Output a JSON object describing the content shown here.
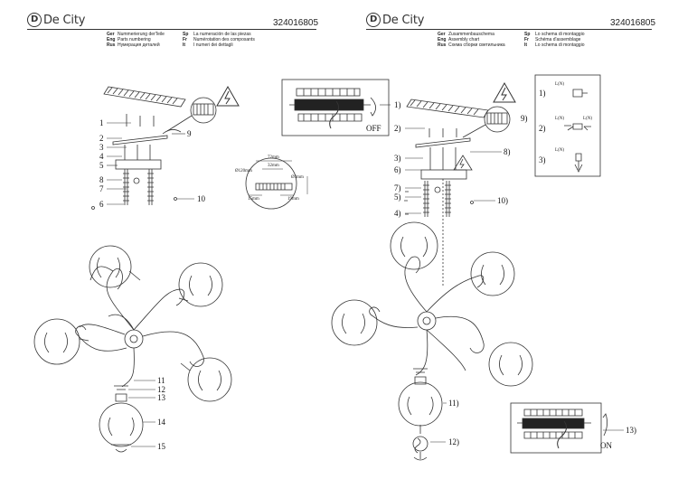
{
  "left": {
    "brand": "De City",
    "code": "324016805",
    "header": {
      "ger_k": "Ger",
      "ger": "Nummerierung derTeile",
      "eng_k": "Eng",
      "eng": "Parts numbering",
      "rus_k": "Rus",
      "rus": "Нумерация деталей",
      "sp_k": "Sp",
      "sp": "La numeración de las piezas",
      "fr_k": "Fr",
      "fr": "Numérotation des composants",
      "it_k": "It",
      "it": "I numeri dei dettagli"
    },
    "parts": [
      "1",
      "2",
      "3",
      "4",
      "5",
      "6",
      "7",
      "8",
      "9",
      "10",
      "11",
      "12",
      "13",
      "14",
      "15"
    ],
    "dims": {
      "d1": "72mm",
      "d2": "32mm",
      "d3": "Ø120mm",
      "d4": "Ø3mm",
      "d5": "15mm",
      "d6": "19mm"
    }
  },
  "right": {
    "brand": "De City",
    "code": "324016805",
    "header": {
      "ger_k": "Ger",
      "ger": "Zusammenbauschema",
      "eng_k": "Eng",
      "eng": "Assembly chart",
      "rus_k": "Rus",
      "rus": "Схема сборки светильника",
      "sp_k": "Sp",
      "sp": "Lo schema di montaggio",
      "fr_k": "Fr",
      "fr": "Schéma d'assemblage",
      "it_k": "It",
      "it": "Lo schema di montaggio"
    },
    "steps": [
      "1)",
      "2)",
      "3)",
      "4)",
      "5)",
      "6)",
      "7)",
      "8)",
      "9)",
      "10)",
      "11)",
      "12)",
      "13)"
    ],
    "off_label": "OFF",
    "on_label": "ON",
    "wiring": {
      "w1": "L(N)",
      "w2": "L(N)",
      "w3": "L(N)",
      "w4": "L(N)"
    },
    "wiring_steps": [
      "1)",
      "2)",
      "3)"
    ]
  }
}
